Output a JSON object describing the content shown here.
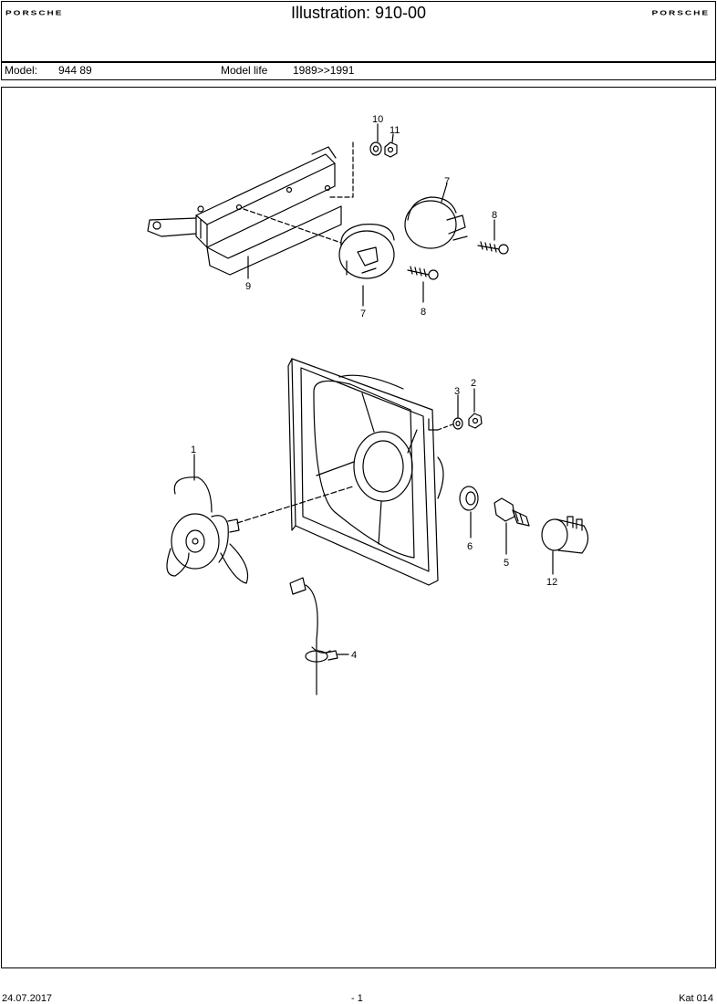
{
  "header": {
    "brand_left": "PORSCHE",
    "brand_right": "PORSCHE",
    "title": "Illustration: 910-00"
  },
  "model_bar": {
    "model_label": "Model:",
    "model_value": "944 89",
    "life_label": "Model life",
    "life_value": "1989>>1991"
  },
  "diagram": {
    "callouts": [
      "10",
      "11",
      "7",
      "8",
      "9",
      "7",
      "8",
      "1",
      "3",
      "2",
      "6",
      "5",
      "12",
      "4"
    ]
  },
  "footer": {
    "date": "24.07.2017",
    "page": "- 1",
    "catalog": "Kat 014"
  }
}
